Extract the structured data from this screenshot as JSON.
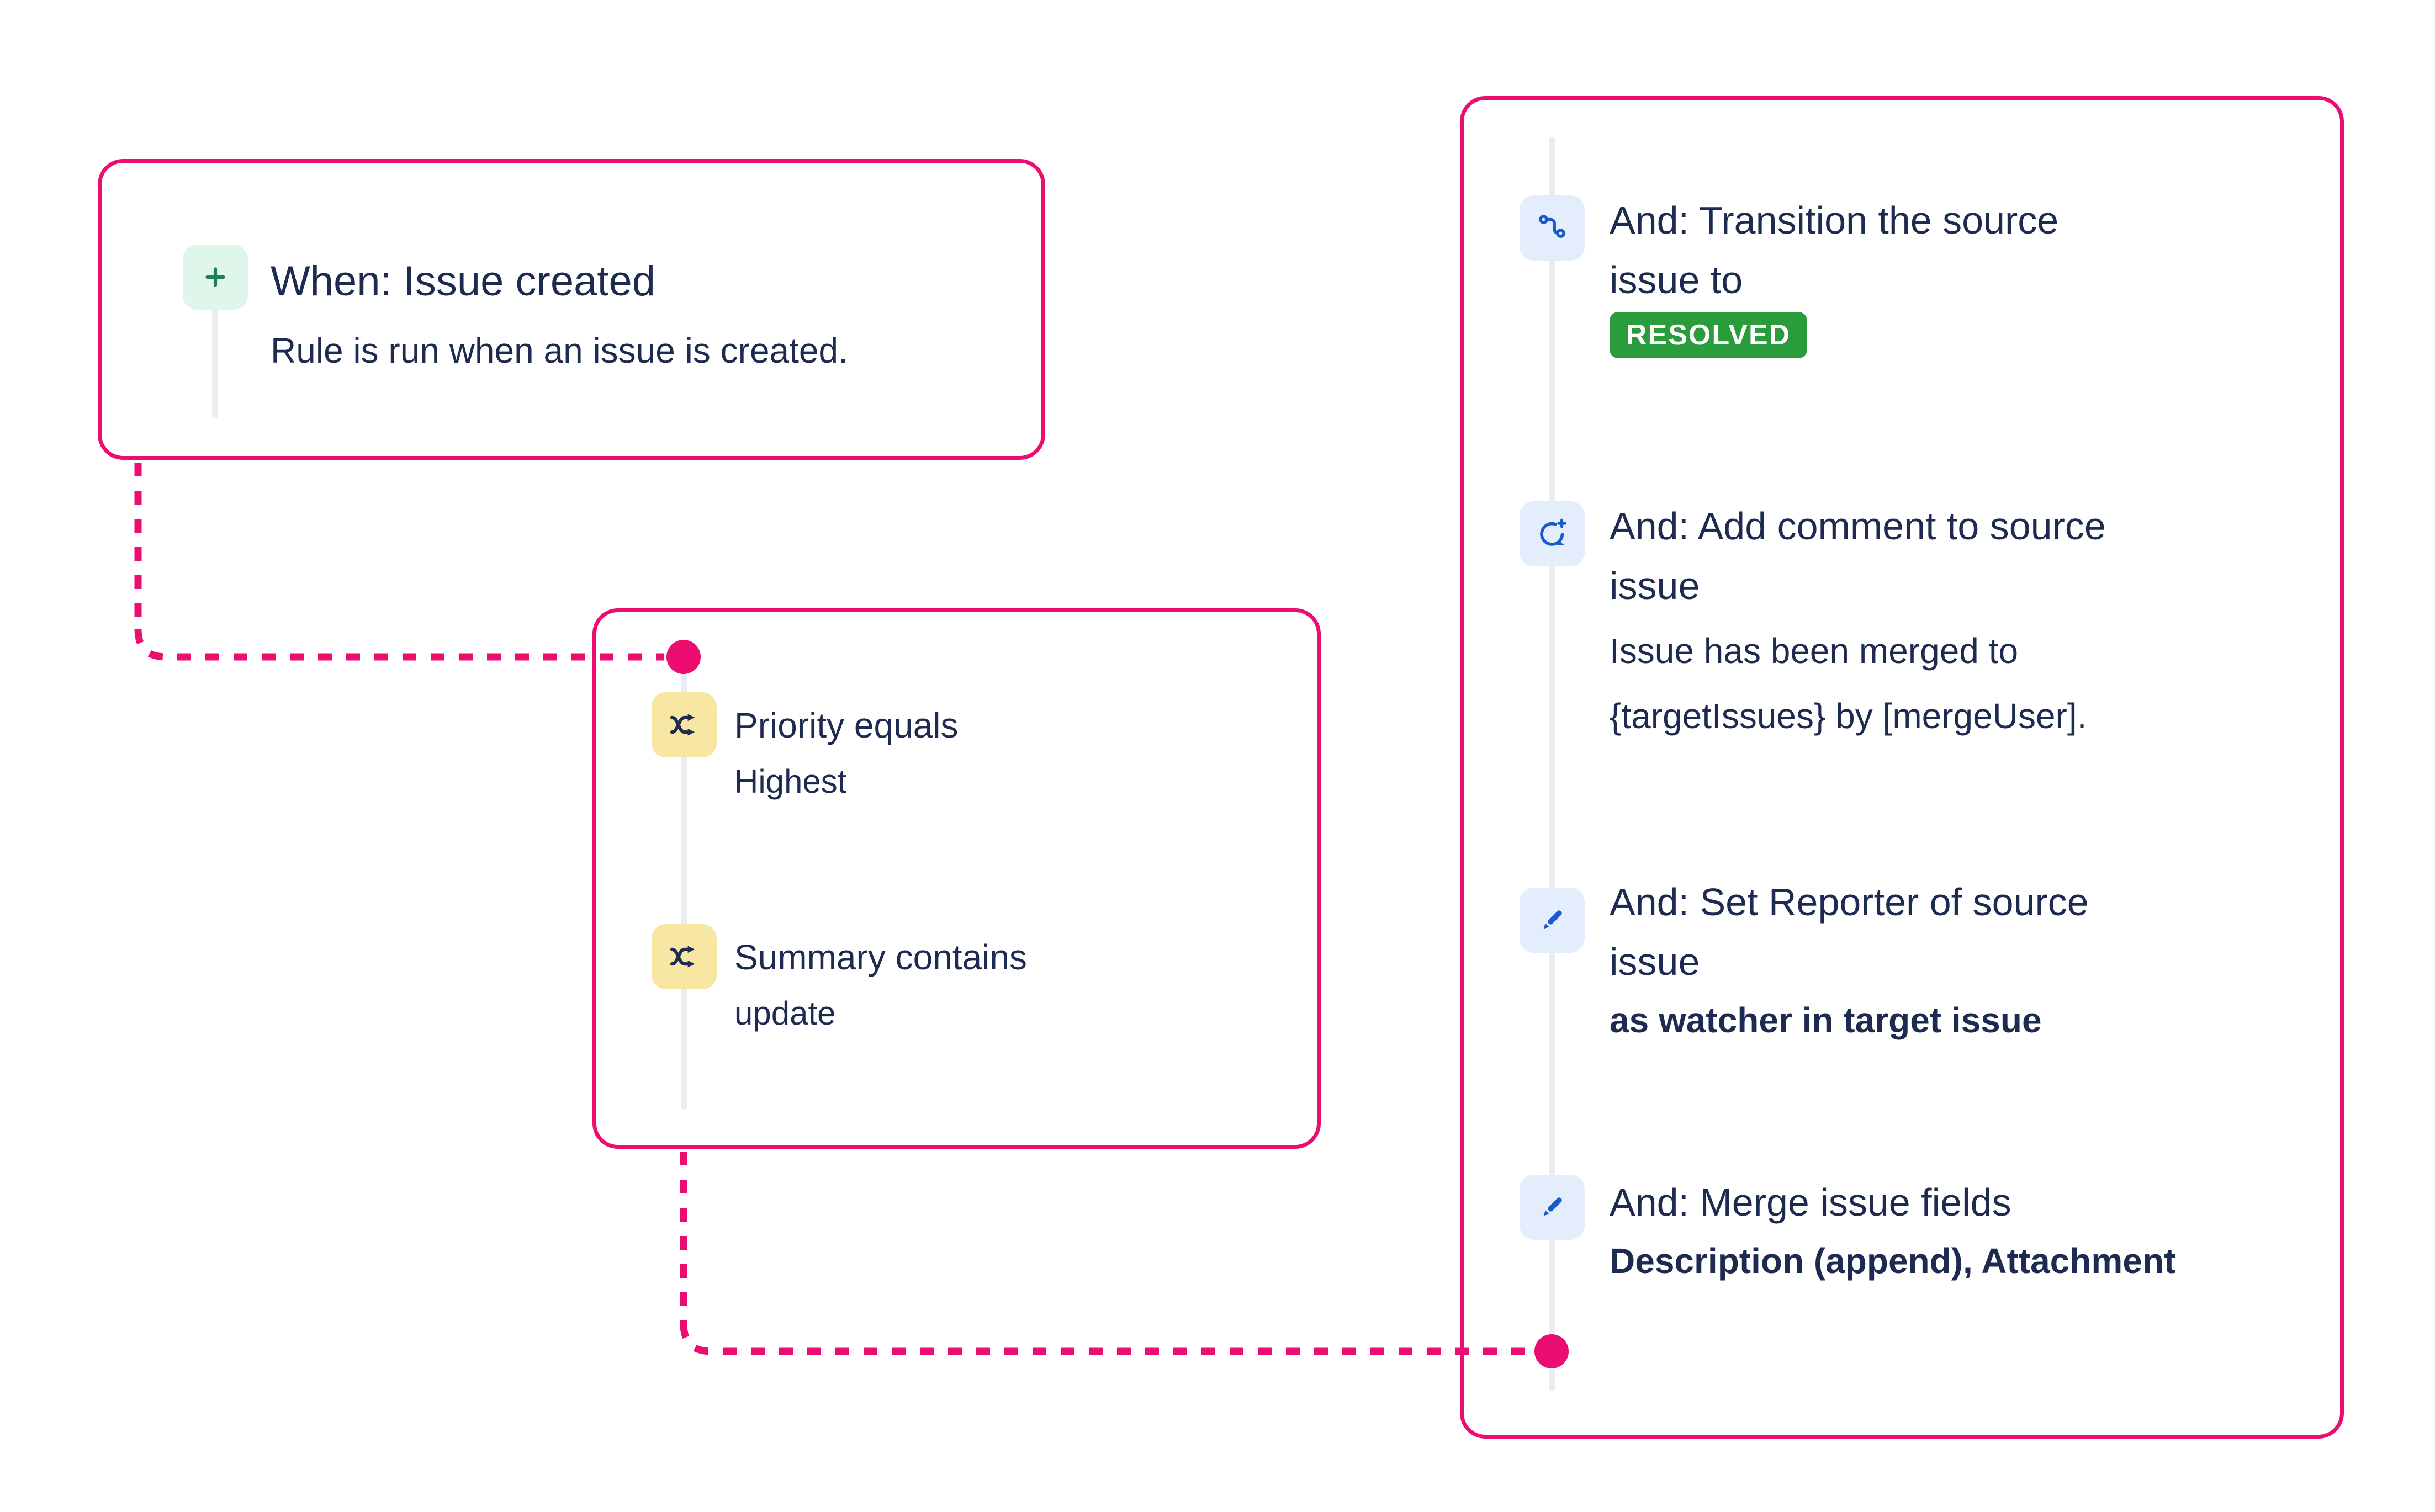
{
  "colors": {
    "background": "#FFFFFF",
    "connector_pink": "#EB0D70",
    "navy_text": "#1D2B50",
    "timeline_gray": "#EBECEF",
    "trigger_icon_bg": "#DFF6EA",
    "trigger_icon_green": "#1E7F52",
    "condition_icon_bg": "#F8E7A3",
    "condition_icon_navy": "#1D2B50",
    "action_icon_bg": "#E4EDFC",
    "action_icon_blue": "#1B5BC9",
    "badge_bg": "#2B9C3C",
    "badge_text": "#FFFFFF"
  },
  "trigger_card": {
    "icon": "plus-icon",
    "title": "When: Issue created",
    "subtitle": "Rule is run when an issue is created."
  },
  "condition_card": {
    "items": [
      {
        "icon": "shuffle-icon",
        "title": "Priority equals",
        "value": "Highest"
      },
      {
        "icon": "shuffle-icon",
        "title": "Summary contains",
        "value": "update"
      }
    ]
  },
  "action_card": {
    "sections": [
      {
        "icon": "transition-icon",
        "title_lines": [
          "And: Transition the source",
          "issue to"
        ],
        "badge": "RESOLVED"
      },
      {
        "icon": "add-comment-icon",
        "title_lines": [
          "And: Add comment to source",
          "issue"
        ],
        "description_lines": [
          "Issue has been merged to",
          "{targetIssues} by [mergeUser]."
        ]
      },
      {
        "icon": "pencil-icon",
        "title_lines": [
          "And: Set Reporter of source",
          "issue"
        ],
        "emphasis": "as watcher in target issue"
      },
      {
        "icon": "pencil-icon",
        "title_lines": [
          "And: Merge issue fields"
        ],
        "emphasis": "Description (append), Attachment"
      }
    ]
  }
}
